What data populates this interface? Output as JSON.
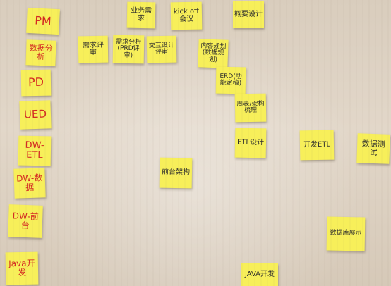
{
  "notes": {
    "pm": "PM",
    "ba": "数据分析",
    "pd": "PD",
    "ued": "UED",
    "dw_etl": "DW-ETL",
    "dw_1": "DW-数据",
    "dw_2": "DW-前台",
    "java_dev": "Java开发",
    "t1": "业务需求",
    "t2": "kick off会议",
    "t3": "概要设计",
    "t4": "需求评审",
    "t5": "需求分析(PRD评审)",
    "t6": "交互设计评审",
    "t7": "内容规划(数据规划)",
    "t8": "ERD(功能定稿)",
    "t9": "周表/架构梳理",
    "t10": "ETL设计",
    "t11": "开发ETL",
    "t12": "数据测试",
    "t13": "前台架构",
    "t14": "数据库展示",
    "t15": "JAVA开发"
  }
}
